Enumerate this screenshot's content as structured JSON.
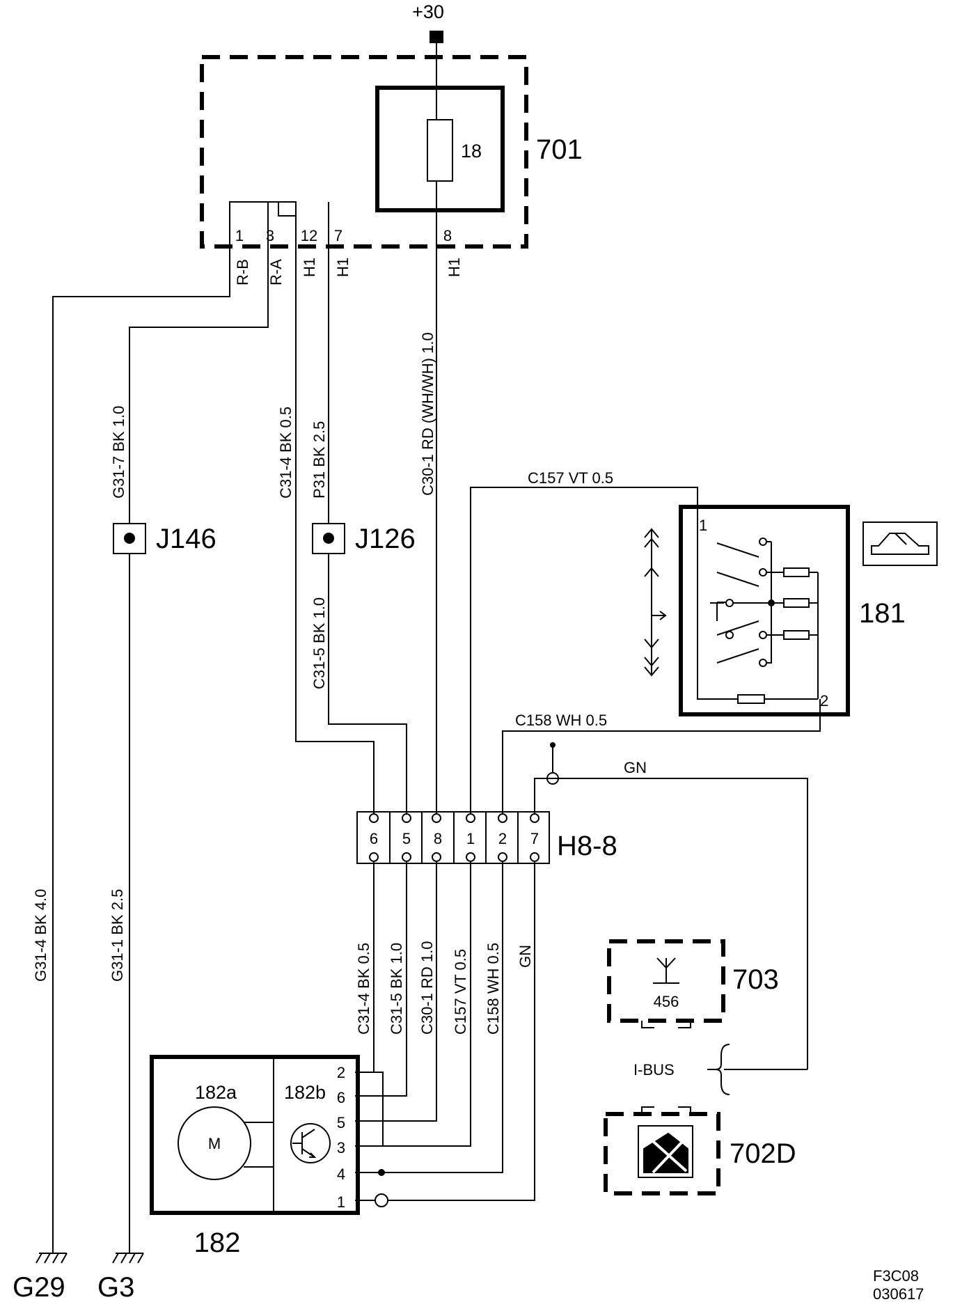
{
  "supply": "+30",
  "components": {
    "fuse_box": {
      "id": "701",
      "fuse": "18",
      "pins": [
        "1",
        "3",
        "12",
        "7",
        "8"
      ]
    },
    "switch": {
      "id": "181",
      "pin_top": "1",
      "pin_bottom": "2"
    },
    "connector": {
      "id": "H8-8",
      "pins": [
        "6",
        "5",
        "8",
        "1",
        "2",
        "7"
      ]
    },
    "motor_unit": {
      "id": "182",
      "motor": "182a",
      "electronics": "182b",
      "motor_symbol": "M",
      "pins": [
        "2",
        "6",
        "5",
        "3",
        "4",
        "1"
      ]
    },
    "ecu_703": {
      "id": "703",
      "sub": "456"
    },
    "ecu_702d": {
      "id": "702D"
    },
    "bus": "I-BUS",
    "grounds": [
      "G29",
      "G3"
    ],
    "splices": [
      "J146",
      "J126"
    ]
  },
  "fuse_pin_labels": [
    "R-B",
    "R-A",
    "H1",
    "H1",
    "H1"
  ],
  "wires": {
    "g31_4_40": "G31-4  BK  4.0",
    "g31_1_25": "G31-1  BK  2.5",
    "g31_7": "G31-7  BK  1.0",
    "c31_4_top": "C31-4  BK  0.5",
    "p31": "P31  BK  2.5",
    "c31_5_top": "C31-5  BK  1.0",
    "c30_1_top": "C30-1 RD (WH/WH) 1.0",
    "c157_top": "C157  VT    0.5",
    "c158_top": "C158  WH  0.5",
    "gn_top": "GN",
    "low": [
      "C31-4  BK   0.5",
      "C31-5  BK   1.0",
      "C30-1  RD   1.0",
      "C157   VT   0.5",
      "C158   WH   0.5",
      "GN"
    ]
  },
  "doc_code": "F3C08",
  "doc_date": "030617"
}
